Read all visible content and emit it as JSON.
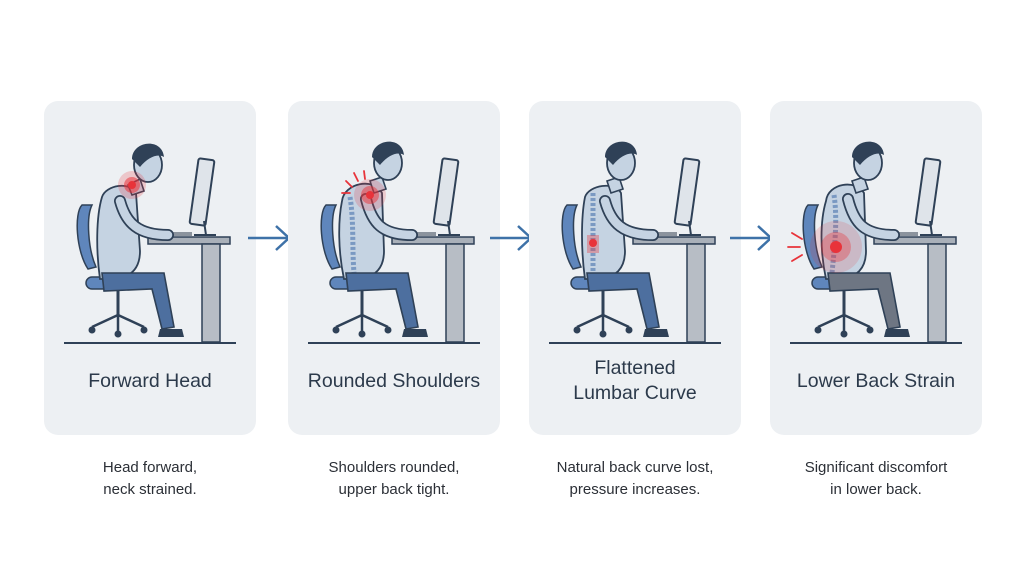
{
  "steps": [
    {
      "title": "Forward Head",
      "caption_lines": [
        "Head forward,",
        "neck strained."
      ],
      "pain_site": "neck"
    },
    {
      "title": "Rounded Shoulders",
      "caption_lines": [
        "Shoulders rounded,",
        "upper back tight."
      ],
      "pain_site": "upper-back"
    },
    {
      "title_lines": [
        "Flattened",
        "Lumbar Curve"
      ],
      "caption_lines": [
        "Natural back curve lost,",
        "pressure increases."
      ],
      "pain_site": "lumbar"
    },
    {
      "title": "Lower Back Strain",
      "caption_lines": [
        "Significant discomfort",
        "in lower back."
      ],
      "pain_site": "lower-back"
    }
  ],
  "colors": {
    "card_bg": "#edf0f3",
    "shirt": "#c5d3e2",
    "pants": "#4d6f9f",
    "chair": "#5f86bc",
    "outline": "#2f4157",
    "desk": "#a9b0b9",
    "pain": "#e8333a",
    "arrow": "#3e72a8"
  },
  "icons": [
    "arrow-right-icon",
    "pain-indicator-icon",
    "spine-icon",
    "computer-monitor-icon"
  ]
}
